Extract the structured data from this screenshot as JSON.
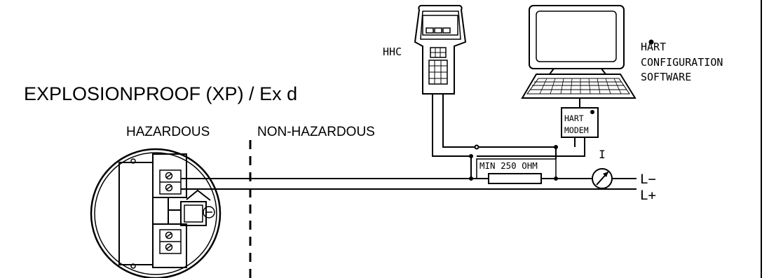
{
  "diagram": {
    "title": "EXPLOSIONPROOF (XP) / Ex d",
    "zones": {
      "hazardous": "HAZARDOUS",
      "non_hazardous": "NON-HAZARDOUS"
    },
    "devices": {
      "hhc": "HHC",
      "software_line1": "HART",
      "software_reg": "®",
      "software_line2": "CONFIGURATION",
      "software_line3": "SOFTWARE",
      "modem_line1": "HART",
      "modem_reg": "®",
      "modem_line2": "MODEM"
    },
    "resistor_label": "MIN 250 OHM",
    "current_label": "I",
    "terminals": {
      "negative": "L−",
      "positive": "L+"
    }
  },
  "colors": {
    "line": "#000000",
    "background": "#ffffff"
  }
}
